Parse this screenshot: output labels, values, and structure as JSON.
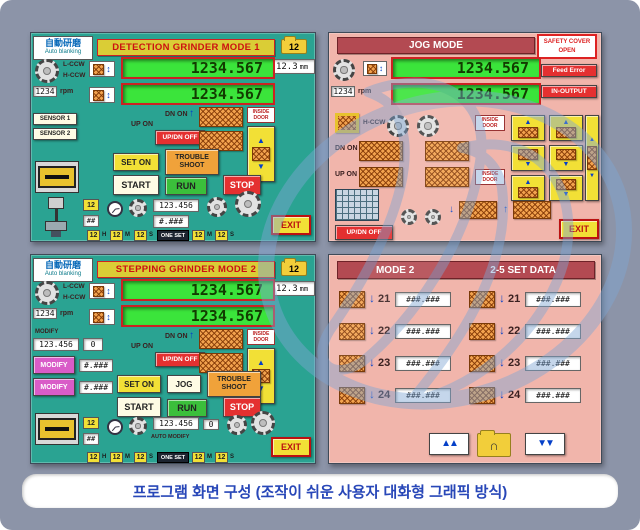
{
  "window": {
    "caption": "프로그램 화면 구성 (조작이 쉬운 사용자 대화형 그래픽 방식)"
  },
  "icons": {
    "down_arrow": "↓",
    "up_arrow": "↑",
    "up_tri": "▲",
    "down_tri": "▼",
    "double_up": "▲▲",
    "double_down": "▼▼",
    "updown": "↕",
    "arch": "∩"
  },
  "panel1": {
    "auto_cn": "自動研磨",
    "auto_en": "Auto blanking",
    "title": "DETECTION GRINDER MODE 1",
    "folder_value": "12",
    "mm_value": "12.3",
    "mm_unit": "mm",
    "l_ccw": "L-CCW",
    "h_ccw": "H-CCW",
    "rpm_value": "1234",
    "rpm_unit": "rpm",
    "display1": "1234.567",
    "display2": "1234.567",
    "sensor1": "SENSOR 1",
    "sensor2": "SENSOR 2",
    "dn_on": "DN ON",
    "up_on": "UP ON",
    "updn_off": "UP/DN OFF",
    "inside_door": "INSIDE DOOR",
    "set_on": "SET ON",
    "trouble_shoot": "TROUBLE SHOOT",
    "start": "START",
    "run": "RUN",
    "stop": "STOP",
    "exit": "EXIT",
    "val_12": "12",
    "val_hash": "##",
    "val_123": "123.456",
    "val_hash3": "#.###",
    "t_h": "12",
    "l_h": "H",
    "t_m": "12",
    "l_m": "M",
    "t_s": "12",
    "l_s": "S",
    "one_set": "ONE SET",
    "t_m2": "12",
    "l_m2": "M",
    "t_s2": "12",
    "l_s2": "S"
  },
  "panel2": {
    "title": "JOG MODE",
    "safety_line1": "SAFETY COVER",
    "safety_line2": "OPEN",
    "feed_error": "Feed Error",
    "in_output": "IN-OUTPUT",
    "rpm_value": "1234",
    "rpm_unit": "rpm",
    "display1": "1234.567",
    "display2": "1234.567",
    "h_ccw": "H-CCW",
    "dn_on": "DN ON",
    "up_on": "UP ON",
    "updn_off": "UP/DN OFF",
    "inside_door": "INSIDE DOOR",
    "exit": "EXIT"
  },
  "panel3": {
    "auto_cn": "自動研磨",
    "auto_en": "Auto blanking",
    "title": "STEPPING GRINDER MODE 2",
    "folder_value": "12",
    "mm_value": "12.3",
    "mm_unit": "mm",
    "l_ccw": "L-CCW",
    "h_ccw": "H-CCW",
    "rpm_value": "1234",
    "rpm_unit": "rpm",
    "display1": "1234.567",
    "display2": "1234.567",
    "modify_label": "MODIFY",
    "modify_value": "123.456",
    "modify_zero": "0",
    "modify_btn1": "MODIFY",
    "modify_btn2": "MODIFY",
    "hash1": "#.###",
    "hash2": "#.###",
    "dn_on": "DN ON",
    "up_on": "UP ON",
    "updn_off": "UP/DN OFF",
    "inside_door": "INSIDE DOOR",
    "set_on": "SET ON",
    "jog": "JOG",
    "trouble_shoot": "TROUBLE SHOOT",
    "start": "START",
    "run": "RUN",
    "stop": "STOP",
    "exit": "EXIT",
    "val_12": "12",
    "val_hash": "##",
    "val_123": "123.456",
    "auto_zero": "0",
    "auto_modify": "AUTO MODIFY",
    "t_h": "12",
    "l_h": "H",
    "t_m": "12",
    "l_m": "M",
    "t_s": "12",
    "l_s": "S",
    "one_set": "ONE SET",
    "t_m2": "12",
    "l_m2": "M",
    "t_s2": "12",
    "l_s2": "S"
  },
  "panel4": {
    "title_left": "MODE 2",
    "title_right": "2-5 SET  DATA",
    "rows": [
      {
        "num": "21",
        "left_value": "###.###",
        "right_value": "###.###"
      },
      {
        "num": "22",
        "left_value": "###.###",
        "right_value": "###.###"
      },
      {
        "num": "23",
        "left_value": "###.###",
        "right_value": "###.###"
      },
      {
        "num": "24",
        "left_value": "###.###",
        "right_value": "###.###"
      }
    ]
  }
}
